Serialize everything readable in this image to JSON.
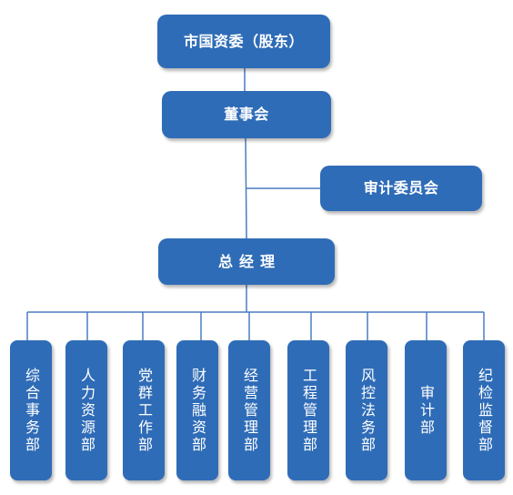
{
  "org_chart": {
    "shareholder": "市国资委（股东）",
    "board": "董事会",
    "audit_committee": "审计委员会",
    "general_manager": "总经理",
    "departments": [
      {
        "label": "综合事务部"
      },
      {
        "label": "人力资源部"
      },
      {
        "label": "党群工作部"
      },
      {
        "label": "财务融资部"
      },
      {
        "label": "经营管理部"
      },
      {
        "label": "工程管理部"
      },
      {
        "label": "风控法务部"
      },
      {
        "label": "审计部"
      },
      {
        "label": "纪检监督部"
      }
    ]
  },
  "colors": {
    "box_fill": "#2f6cb7",
    "box_text": "#ffffff",
    "connector": "#4a7cc0"
  }
}
